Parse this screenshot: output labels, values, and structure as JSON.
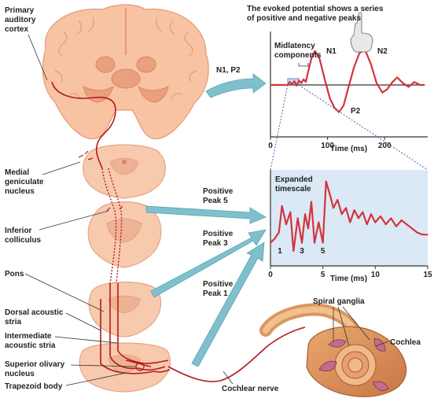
{
  "labels": {
    "primary_auditory_cortex": [
      "Primary",
      "auditory",
      "cortex"
    ],
    "medial_geniculate_nucleus": [
      "Medial",
      "geniculate",
      "nucleus"
    ],
    "inferior_colliculus": [
      "Inferior",
      "colliculus"
    ],
    "pons": "Pons",
    "dorsal_acoustic_stria": [
      "Dorsal acoustic",
      "stria"
    ],
    "intermediate_acoustic_stria": [
      "Intermediate",
      "acoustic stria"
    ],
    "superior_olivary_nucleus": [
      "Superior olivary",
      "nucleus"
    ],
    "trapezoid_body": "Trapezoid body",
    "cochlear_nerve": "Cochlear nerve",
    "spiral_ganglia": "Spiral ganglia",
    "cochlea": "Cochlea",
    "n1_p2": "N1, P2",
    "positive_peak_5": [
      "Positive",
      "Peak 5"
    ],
    "positive_peak_3": [
      "Positive",
      "Peak 3"
    ],
    "positive_peak_1": [
      "Positive",
      "Peak 1"
    ],
    "evoked_note": [
      "The evoked potential shows a series",
      "of positive and negative peaks"
    ]
  },
  "chart_data": [
    {
      "type": "line",
      "annotations": {
        "midlatency": [
          "Midlatency",
          "components"
        ],
        "n1": "N1",
        "n2": "N2",
        "p2": "P2"
      },
      "xlabel": "Time (ms)",
      "xticks": [
        0,
        100,
        200
      ],
      "xlim": [
        0,
        270
      ],
      "ylim": [
        -1,
        1
      ],
      "x": [
        0,
        10,
        20,
        30,
        34,
        38,
        42,
        46,
        50,
        54,
        58,
        62,
        66,
        72,
        78,
        86,
        95,
        104,
        112,
        120,
        128,
        136,
        146,
        156,
        166,
        176,
        186,
        196,
        204,
        214,
        222,
        232,
        242,
        252,
        262,
        270
      ],
      "y": [
        0,
        0,
        0,
        0,
        0.08,
        0.02,
        0.1,
        -0.02,
        0.12,
        0.05,
        0.15,
        0.08,
        0.35,
        0.72,
        0.9,
        0.7,
        0.15,
        -0.35,
        -0.6,
        -0.72,
        -0.55,
        -0.1,
        0.45,
        0.85,
        0.92,
        0.55,
        0.05,
        -0.2,
        -0.12,
        0.08,
        0.2,
        0.05,
        -0.05,
        0.08,
        0,
        0
      ]
    },
    {
      "type": "line",
      "title": [
        "Expanded",
        "timescale"
      ],
      "xlabel": "Time (ms)",
      "xticks": [
        0,
        5,
        10,
        15
      ],
      "xlim": [
        0,
        15
      ],
      "ylim": [
        -1,
        1
      ],
      "peak_labels": [
        {
          "text": "1",
          "x": 0.9
        },
        {
          "text": "3",
          "x": 3.0
        },
        {
          "text": "5",
          "x": 5.0
        }
      ],
      "x": [
        0,
        0.4,
        0.8,
        1.1,
        1.5,
        1.9,
        2.2,
        2.6,
        3.0,
        3.3,
        3.6,
        3.9,
        4.2,
        4.6,
        5.0,
        5.3,
        5.7,
        6.0,
        6.4,
        6.8,
        7.2,
        7.6,
        8.0,
        8.4,
        8.8,
        9.2,
        9.6,
        10.0,
        10.5,
        11.0,
        11.5,
        12.0,
        12.5,
        13.0,
        13.5,
        14.0,
        14.5,
        15.0
      ],
      "y": [
        -0.55,
        -0.45,
        -0.3,
        0.35,
        -0.1,
        0.2,
        -0.75,
        0.05,
        -0.55,
        0.15,
        -0.2,
        0.45,
        -0.55,
        -0.05,
        -0.55,
        0.95,
        0.6,
        0.3,
        0.5,
        0.15,
        0.3,
        -0.05,
        0.25,
        0.05,
        0.2,
        -0.1,
        0.15,
        -0.05,
        0.1,
        -0.1,
        0.05,
        -0.15,
        0.0,
        -0.1,
        -0.2,
        -0.3,
        -0.35,
        -0.35
      ]
    }
  ]
}
